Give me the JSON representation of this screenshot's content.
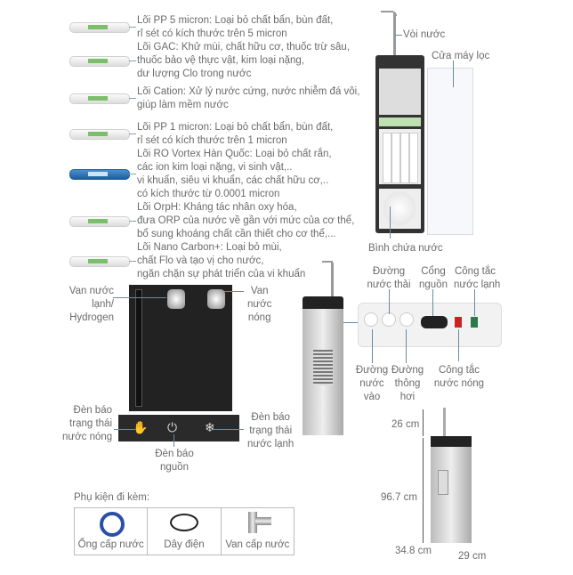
{
  "filters": [
    {
      "name": "pp5",
      "lines": [
        "Lõi PP 5 micron: Loại bỏ chất bẩn, bùn đất,",
        "rỉ sét có kích thước trên 5 micron"
      ]
    },
    {
      "name": "gac",
      "lines": [
        "Lõi GAC: Khử mùi, chất hữu cơ, thuốc trừ sâu,",
        "thuốc bảo vệ thực vật, kim loại nặng,",
        "dư lượng Clo trong nước"
      ]
    },
    {
      "name": "cation",
      "lines": [
        "Lõi Cation: Xử lý nước cứng, nước nhiễm đá vôi,",
        "giúp làm mềm nước"
      ]
    },
    {
      "name": "pp1",
      "lines": [
        "Lõi PP 1 micron: Loại bỏ chất bẩn, bùn đất,",
        "rỉ sét có kích thước trên 1 micron"
      ]
    },
    {
      "name": "ro",
      "lines": [
        "Lõi RO Vortex Hàn Quốc: Loại bỏ chất rắn,",
        "các ion kim loại nặng, vi sinh vật,..",
        "vi khuẩn, siêu vi khuẩn, các chất hữu cơ,..",
        "có kích thước từ 0.0001 micron"
      ]
    },
    {
      "name": "orph",
      "lines": [
        "Lõi OrpH: Kháng tác nhân oxy hóa,",
        "đưa ORP của nước về gần với mức của cơ thể,",
        "bổ sung khoáng chất cần thiết cho cơ thể,..."
      ]
    },
    {
      "name": "nano",
      "lines": [
        "Lõi Nano Carbon+: Loại bỏ mùi,",
        "chất Flo và tạo vị cho nước,",
        "ngăn chặn sự phát triển của vi khuẩn"
      ]
    }
  ],
  "machine": {
    "faucet": "Vòi nước",
    "door": "Cửa máy lọc",
    "tank": "Bình chứa nước"
  },
  "panel": {
    "cold_valve": [
      "Van nước",
      "lạnh/",
      "Hydrogen"
    ],
    "hot_valve": [
      "Van",
      "nước",
      "nóng"
    ],
    "hot_light": [
      "Đèn báo",
      "trạng thái",
      "nước nóng"
    ],
    "power_light": [
      "Đèn báo",
      "nguồn"
    ],
    "cold_light": [
      "Đèn báo",
      "trạng thái",
      "nước lạnh"
    ]
  },
  "ports": {
    "waste": [
      "Đường",
      "nước thải"
    ],
    "power": [
      "Cổng",
      "nguồn"
    ],
    "cold_switch": [
      "Công tắc",
      "nước lạnh"
    ],
    "inlet": [
      "Đường",
      "nước",
      "vào"
    ],
    "vent": [
      "Đường",
      "thông",
      "hơi"
    ],
    "hot_switch": [
      "Công tắc",
      "nước nóng"
    ]
  },
  "dimensions": {
    "top": "26 cm",
    "height": "96.7 cm",
    "width": "34.8 cm",
    "depth": "29 cm"
  },
  "accessories": {
    "title": "Phụ kiện đi kèm:",
    "items": [
      "Ống cấp nước",
      "Dây điện",
      "Van cấp nước"
    ]
  },
  "colors": {
    "text": "#6b6b6b",
    "leader": "#6b8aa0",
    "hose": "#2a4fa8"
  }
}
